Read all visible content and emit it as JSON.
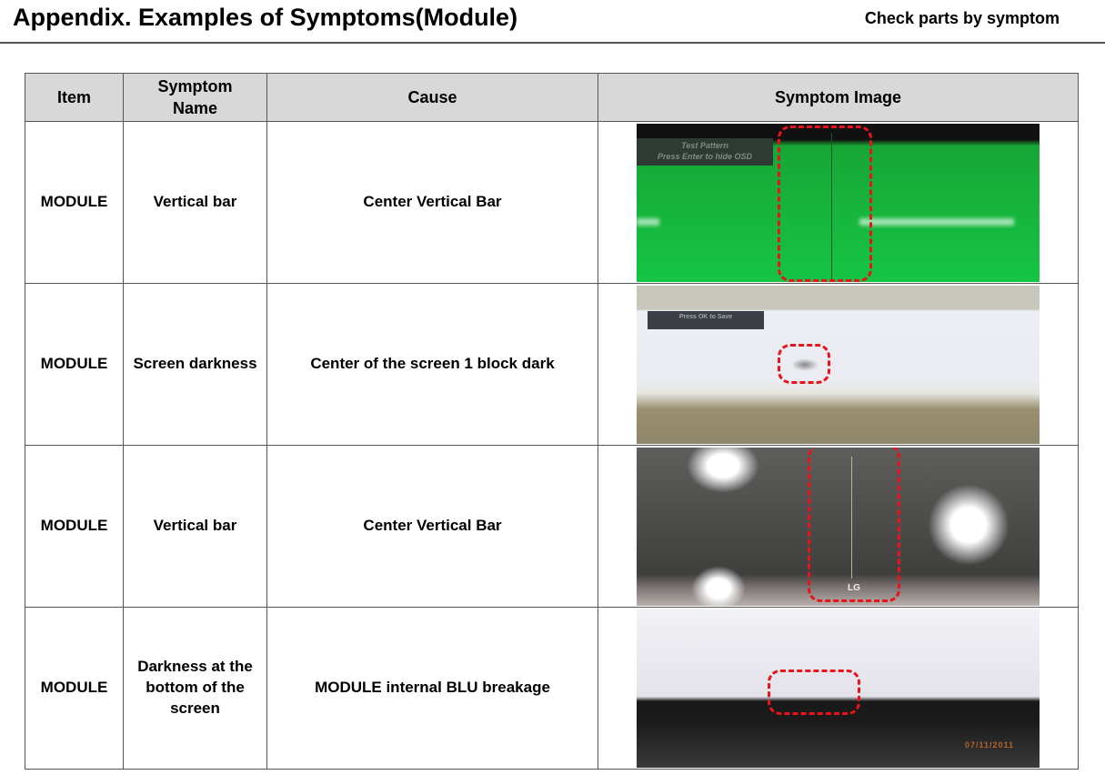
{
  "header": {
    "title": "Appendix. Examples of Symptoms(Module)",
    "subtitle": "Check parts by symptom"
  },
  "table": {
    "columns": [
      "Item",
      "Symptom Name",
      "Cause",
      "Symptom Image"
    ],
    "rows": [
      {
        "item": "MODULE",
        "symptom": "Vertical bar",
        "cause": "Center Vertical Bar",
        "image_text": [
          "Test Pattern",
          "Press Enter to hide OSD"
        ]
      },
      {
        "item": "MODULE",
        "symptom": "Screen darkness",
        "cause": "Center of the screen 1 block dark",
        "image_text": [
          "Press OK to Save"
        ]
      },
      {
        "item": "MODULE",
        "symptom": "Vertical bar",
        "cause": "Center Vertical Bar",
        "image_text": [
          "LG"
        ]
      },
      {
        "item": "MODULE",
        "symptom": "Darkness at the bottom of the screen",
        "cause": "MODULE internal BLU breakage",
        "image_text": [
          "07/11/2011"
        ]
      }
    ]
  }
}
